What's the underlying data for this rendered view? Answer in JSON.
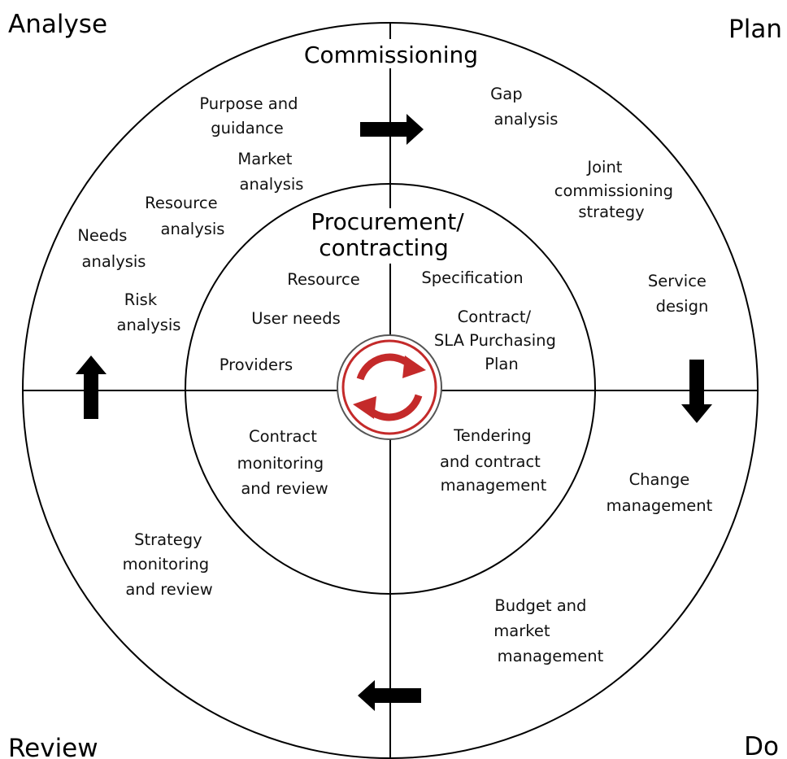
{
  "corners": {
    "analyse": "Analyse",
    "plan": "Plan",
    "review": "Review",
    "do": "Do"
  },
  "outer_title": "Commissioning",
  "inner_title": [
    "Procurement/",
    "contracting"
  ],
  "outer_labels": {
    "purpose_guidance": [
      "Purpose and",
      "guidance"
    ],
    "market_analysis": [
      "Market",
      "analysis"
    ],
    "resource_analysis": [
      "Resource",
      "analysis"
    ],
    "needs_analysis": [
      "Needs",
      "analysis"
    ],
    "risk_analysis": [
      "Risk",
      "analysis"
    ],
    "gap_analysis": [
      "Gap",
      "analysis"
    ],
    "joint_commissioning_strategy": [
      "Joint",
      "commissioning",
      "strategy"
    ],
    "service_design": [
      "Service",
      "design"
    ],
    "change_management": [
      "Change",
      "management"
    ],
    "budget_market_management": [
      "Budget and",
      "market",
      "management"
    ],
    "strategy_monitoring_review": [
      "Strategy",
      "monitoring",
      "and review"
    ]
  },
  "inner_labels": {
    "resource": "Resource",
    "user_needs": "User needs",
    "providers": "Providers",
    "specification": "Specification",
    "contract_sla_plan": [
      "Contract/",
      "SLA Purchasing",
      "Plan"
    ],
    "contract_monitoring_review": [
      "Contract",
      "monitoring",
      "and review"
    ],
    "tendering_contract_management": [
      "Tendering",
      "and contract",
      "management"
    ]
  },
  "colors": {
    "line": "#000000",
    "cycle_red": "#c42a2a"
  },
  "icons": {
    "center": "cycle-arrows-icon",
    "arrows": [
      "arrow-right-icon",
      "arrow-down-icon",
      "arrow-left-icon",
      "arrow-up-icon"
    ]
  }
}
